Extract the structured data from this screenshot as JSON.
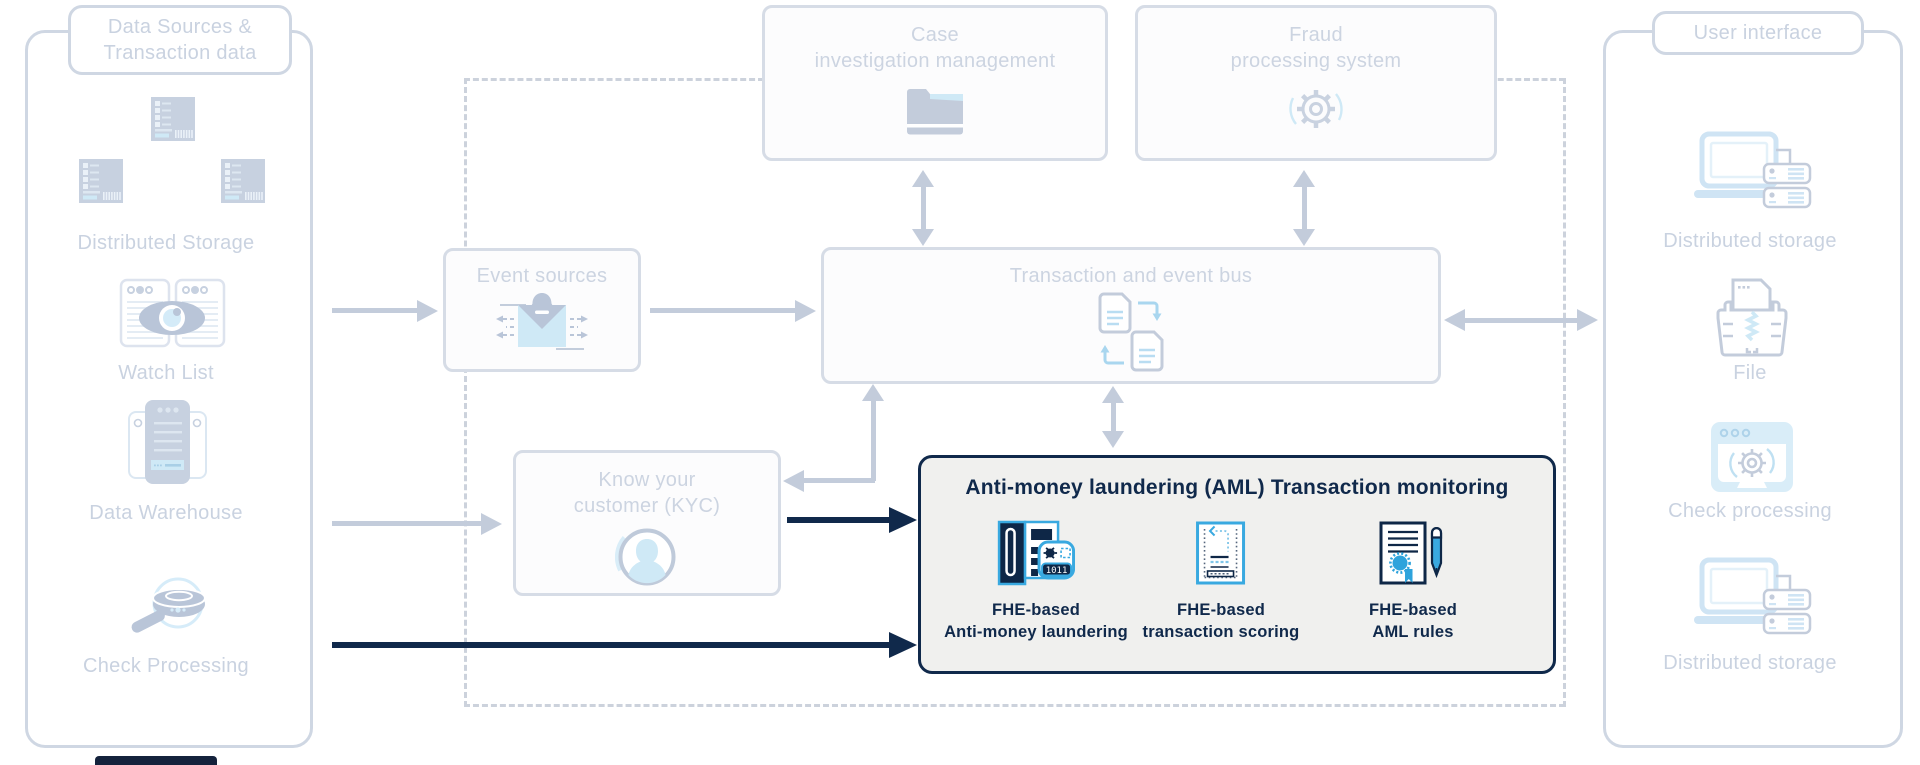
{
  "colors": {
    "brand_navy": "#10294b",
    "brand_blue": "#39a9e0",
    "faded_gray_blue": "#c9d2e0",
    "faded_light_blue": "#cfe9f6",
    "aml_box_background": "#f0f0ee"
  },
  "left_panel": {
    "title_line1": "Data Sources &",
    "title_line2": "Transaction data",
    "items": [
      {
        "label": "Distributed Storage",
        "icon": "server-stack-icon"
      },
      {
        "label": "Watch List",
        "icon": "watchlist-eye-icon"
      },
      {
        "label": "Data Warehouse",
        "icon": "data-warehouse-icon"
      },
      {
        "label": "Check Processing",
        "icon": "magnifier-check-icon"
      }
    ]
  },
  "middle": {
    "case_box": {
      "line1": "Case",
      "line2": "investigation management",
      "icon": "folder-icon"
    },
    "fraud_box": {
      "line1": "Fraud",
      "line2": "processing system",
      "icon": "gear-icon"
    },
    "event_sources": {
      "label": "Event sources",
      "icon": "event-envelope-icon"
    },
    "bus": {
      "label": "Transaction and event bus",
      "icon": "document-exchange-icon"
    },
    "kyc": {
      "line1": "Know your",
      "line2": "customer (KYC)",
      "icon": "person-avatar-icon"
    },
    "aml": {
      "title": "Anti-money laundering (AML) Transaction monitoring",
      "chip_text": "1011",
      "items": [
        {
          "line1": "FHE-based",
          "line2": "Anti-money laundering",
          "icon": "encrypted-server-icon"
        },
        {
          "line1": "FHE-based",
          "line2": "transaction scoring",
          "icon": "scoring-receipt-icon"
        },
        {
          "line1": "FHE-based",
          "line2": "AML rules",
          "icon": "rules-certificate-icon"
        }
      ]
    }
  },
  "right_panel": {
    "title": "User interface",
    "items": [
      {
        "label": "Distributed storage",
        "icon": "laptop-servers-icon"
      },
      {
        "label": "File",
        "icon": "file-printer-icon"
      },
      {
        "label": "Check processing",
        "icon": "browser-gear-icon"
      },
      {
        "label": "Distributed storage",
        "icon": "laptop-servers-icon"
      }
    ]
  }
}
